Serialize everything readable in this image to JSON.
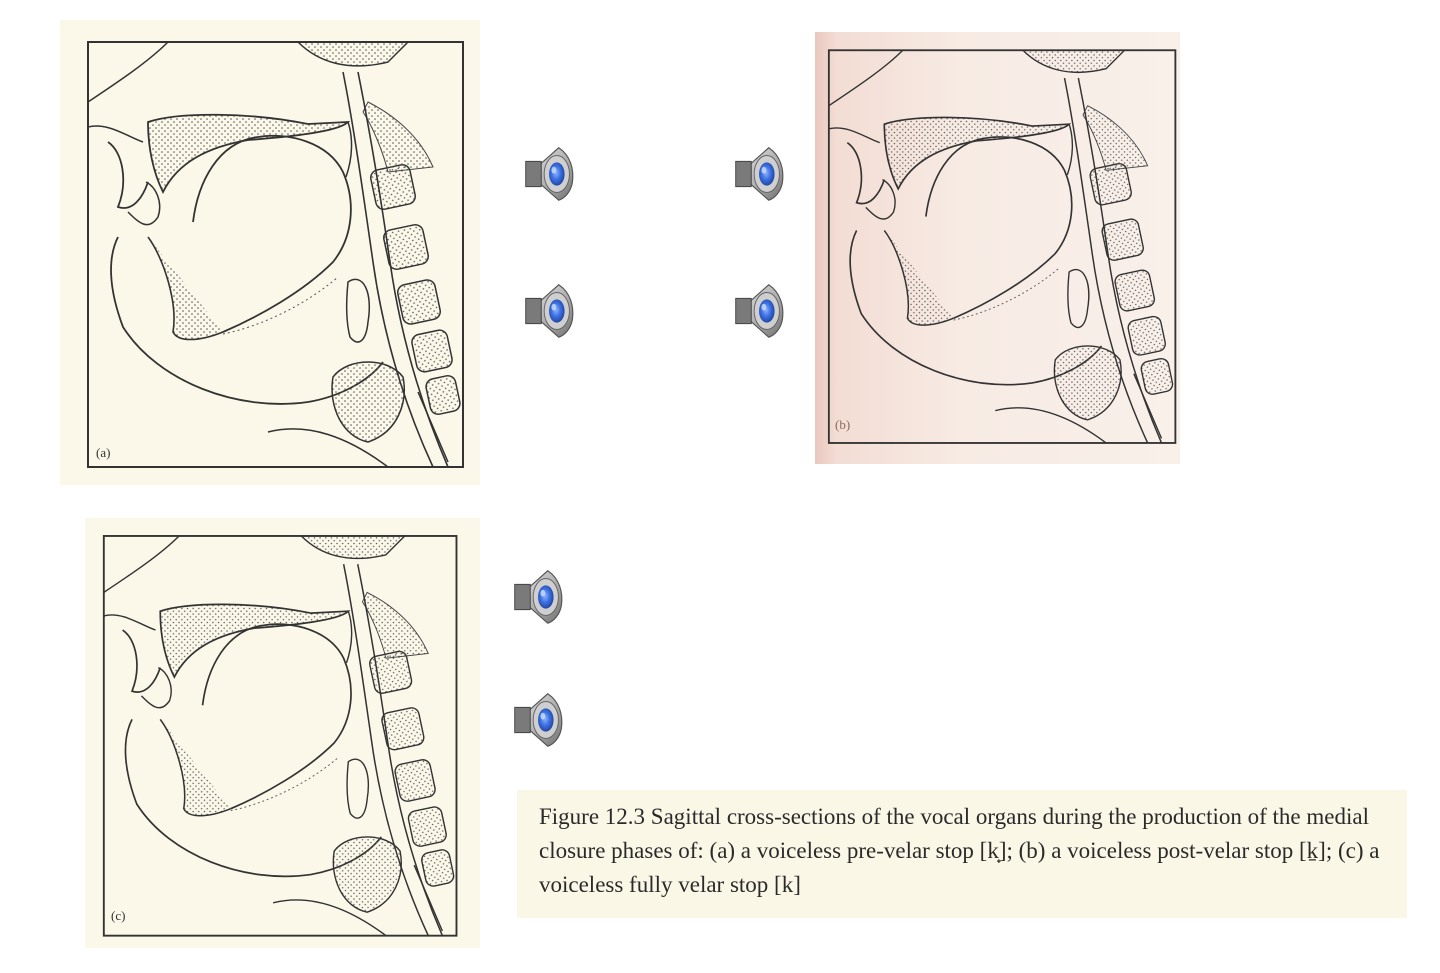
{
  "figure": {
    "panels": [
      {
        "id": "a",
        "label": "(a)"
      },
      {
        "id": "b",
        "label": "(b)"
      },
      {
        "id": "c",
        "label": "(c)"
      }
    ],
    "caption": "Figure 12.3 Sagittal cross-sections of the vocal organs during the production of the medial closure phases of: (a) a voiceless pre-velar stop [k̟]; (b) a voiceless post-velar stop [k̠]; (c) a voiceless fully velar stop [k]"
  },
  "audio_buttons": [
    {
      "icon": "speaker-icon"
    },
    {
      "icon": "speaker-icon"
    },
    {
      "icon": "speaker-icon"
    },
    {
      "icon": "speaker-icon"
    },
    {
      "icon": "speaker-icon"
    },
    {
      "icon": "speaker-icon"
    }
  ],
  "colors": {
    "paper": "#fbf7e9",
    "speaker_body": "#9a9a9a",
    "speaker_cone": "#3b6fe0"
  }
}
